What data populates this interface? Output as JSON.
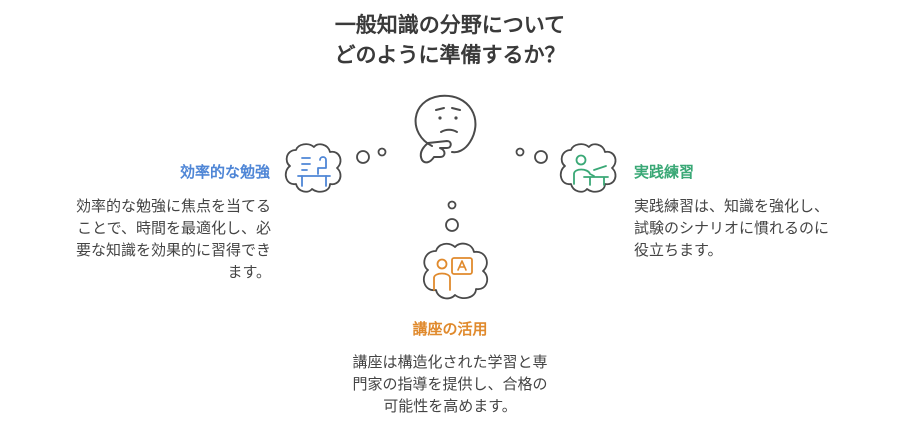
{
  "title": {
    "line1": "一般知識の分野について",
    "line2": "どのように準備するか？"
  },
  "left": {
    "heading": "効率的な勉強",
    "lines": [
      "効率的な勉強に焦点を当てる",
      "ことで、時間を最適化し、必",
      "要な知識を効果的に習得でき",
      "ます。"
    ],
    "color": "#4f86d6",
    "icon": "study-desk-icon"
  },
  "right": {
    "heading": "実践練習",
    "lines": [
      "実践練習は、知識を強化し、",
      "試験のシナリオに慣れるのに",
      "役立ちます。"
    ],
    "color": "#3aa876",
    "icon": "person-at-desk-icon"
  },
  "bottom": {
    "heading": "講座の活用",
    "lines": [
      "講座は構造化された学習と専",
      "門家の指導を提供し、合格の",
      "可能性を高めます。"
    ],
    "color": "#e08a2d",
    "icon": "teacher-board-icon"
  },
  "center": {
    "icon": "thinking-face-icon"
  }
}
